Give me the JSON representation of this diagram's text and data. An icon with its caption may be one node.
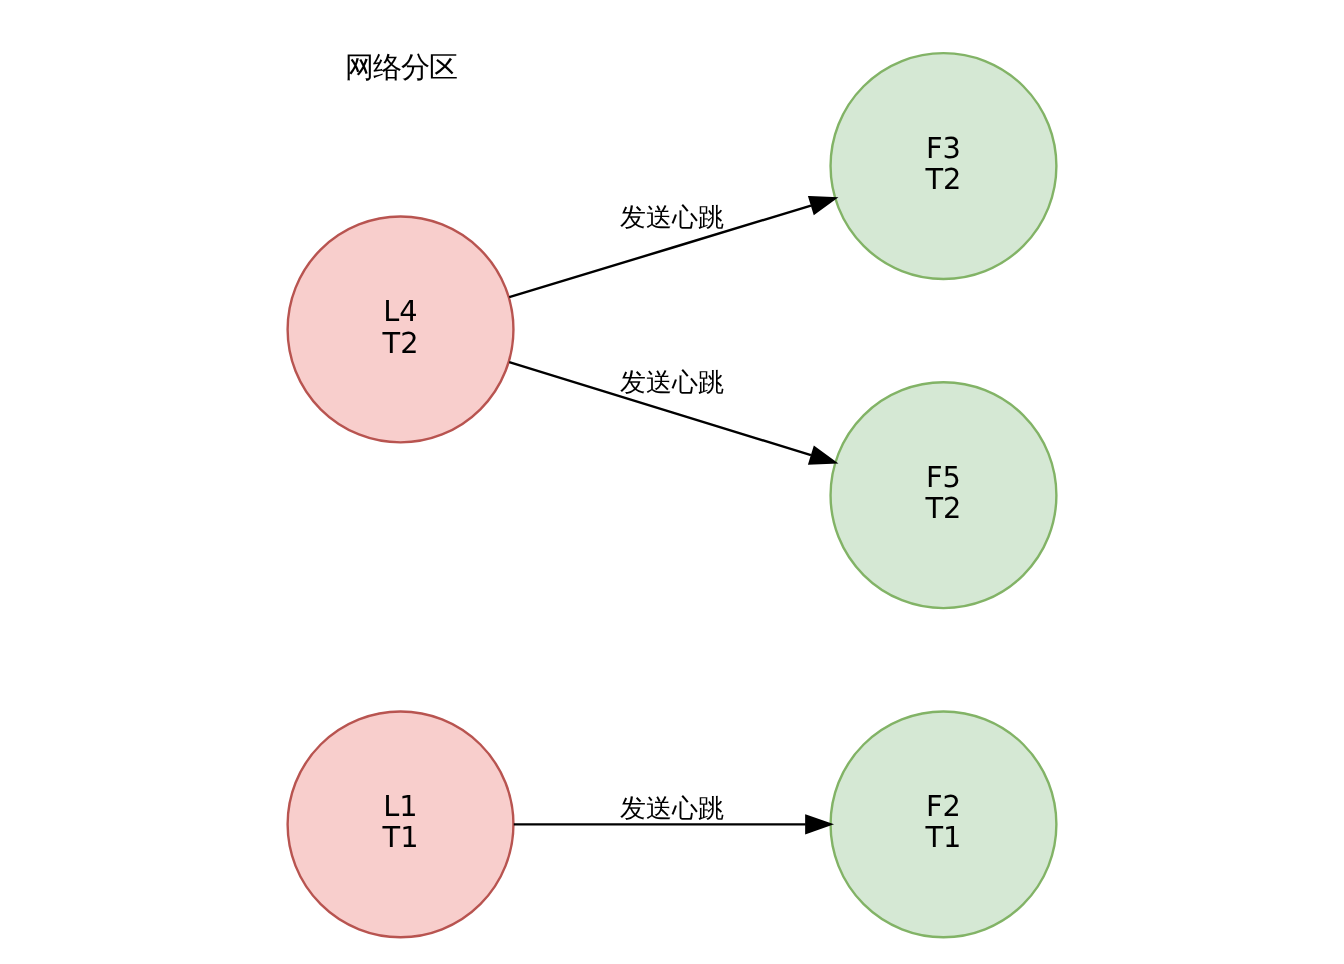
{
  "diagram": {
    "nodes": [
      {
        "text": [
          "F2 T1"
        ]
      },
      {
        "text": [
          "L1 T1"
        ]
      },
      {
        "text": [
          "F3 T2"
        ]
      },
      {
        "text": [
          "L4 T2"
        ]
      },
      {
        "text": [
          "F5 T2"
        ]
      }
    ],
    "edges": [
      {
        "from": 1,
        "to": 0,
        "arrow": "to",
        "label": "发送心跳"
      },
      {
        "from": 3,
        "to": 2,
        "arrow": "to",
        "label": "发送心跳"
      },
      {
        "from": 3,
        "to": 4,
        "arrow": "to",
        "label": "发送心跳"
      }
    ],
    "labels": [
      "网络分区"
    ]
  }
}
